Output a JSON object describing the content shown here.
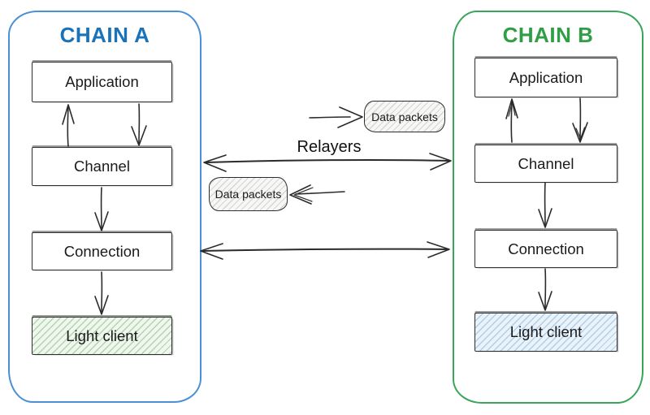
{
  "chain_a": {
    "title": "CHAIN A",
    "application": "Application",
    "channel": "Channel",
    "connection": "Connection",
    "light_client": "Light client"
  },
  "chain_b": {
    "title": "CHAIN B",
    "application": "Application",
    "channel": "Channel",
    "connection": "Connection",
    "light_client": "Light client"
  },
  "relayers": {
    "label": "Relayers"
  },
  "data_packets": {
    "a_to_b_label": "Data packets",
    "b_to_a_label": "Data packets"
  },
  "colors": {
    "chain_a_title": "#1a73b8",
    "chain_a_border": "#4a90d5",
    "chain_b_title": "#2f9e44",
    "chain_b_border": "#37a65a",
    "box_border": "#2e2e2e",
    "arrow_stroke": "#2b2b2b",
    "light_client_a_fill": "#f0f7ee",
    "light_client_a_hatch": "#74b26e",
    "light_client_b_fill": "#eaf3fa",
    "light_client_b_hatch": "#78aad7",
    "data_packets_fill": "#f7f7f5"
  }
}
